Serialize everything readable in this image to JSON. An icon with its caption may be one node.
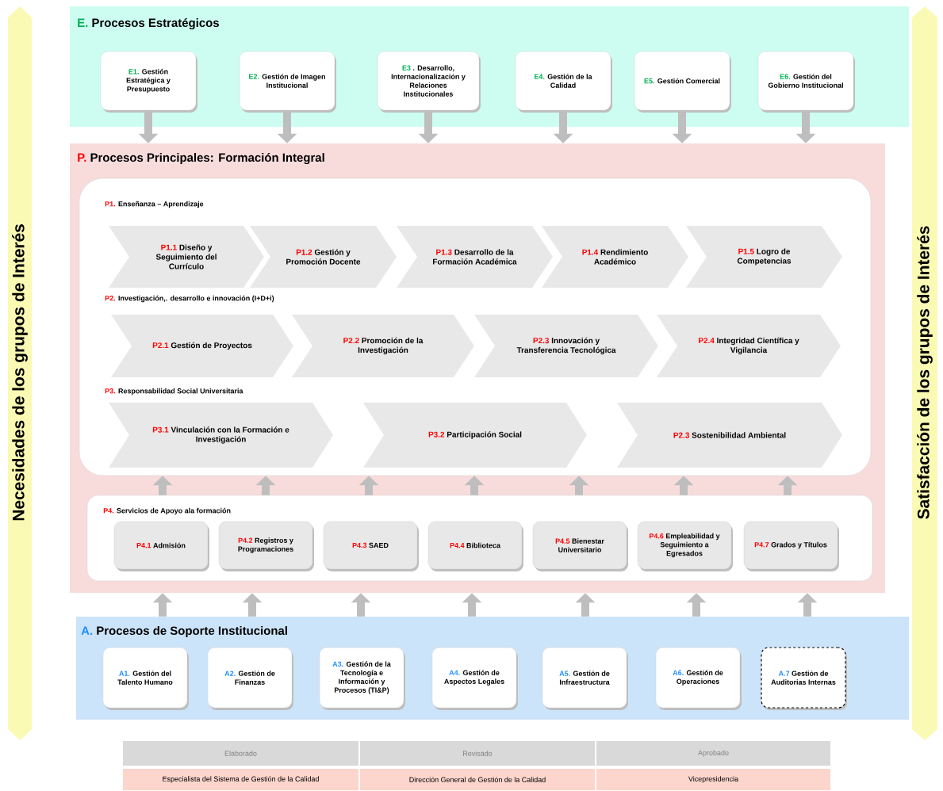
{
  "diagram": {
    "nodes": [
      {
        "text": [
          "E.",
          "Procesos Estratégicos"
        ]
      },
      {
        "text": [
          "E1.",
          "Gestión Estratégica y Presupuesto"
        ],
        "in": 0
      },
      {
        "text": [
          "E2.",
          "Gestión de Imagen Institucional"
        ],
        "in": 0
      },
      {
        "text": [
          "E3",
          ". Desarrollo, Internacionalización y Relaciones Institucionales"
        ],
        "in": 0
      },
      {
        "text": [
          "E4.",
          "Gestión de la Calidad"
        ],
        "in": 0
      },
      {
        "text": [
          "E5.",
          "Gestión Comercial"
        ],
        "in": 0
      },
      {
        "text": [
          "E6.",
          "Gestión del Gobierno Institucional"
        ],
        "in": 0
      },
      {
        "text": [
          "P.",
          "Procesos Principales: Formación Integral"
        ]
      },
      {
        "text": [
          "P1.",
          "Enseñanza – Aprendizaje",
          "P2.",
          "Investigación,. desarrollo e innovación (I+D+i)",
          "P3.",
          "Responsabilidad Social Universitaria"
        ],
        "in": 7
      },
      {
        "text": [
          "P1.1",
          "Diseño y Seguimiento del Currículo"
        ],
        "in": 8
      },
      {
        "text": [
          "P1.2",
          "Gestión y Promoción Docente"
        ],
        "in": 8
      },
      {
        "text": [
          "P1.3",
          "Desarrollo de la Formación Académica"
        ],
        "in": 8
      },
      {
        "text": [
          "P1.4",
          "Rendimiento Académico"
        ],
        "in": 8
      },
      {
        "text": [
          "P1.5",
          "Logro de Competencias"
        ],
        "in": 8
      },
      {
        "text": [
          "P2.1",
          "Gestión de Proyectos"
        ],
        "in": 8
      },
      {
        "text": [
          "P2.2",
          "Promoción de la Investigación"
        ],
        "in": 8
      },
      {
        "text": [
          "P2.3",
          "Innovación y Transferencia Tecnológica"
        ],
        "in": 8
      },
      {
        "text": [
          "P2.4",
          "Integridad Científica y Vigilancia"
        ],
        "in": 8
      },
      {
        "text": [
          "P3.1",
          "Vinculación con la Formación e Investigación"
        ],
        "in": 8
      },
      {
        "text": [
          "P3.2",
          "Participación Social"
        ],
        "in": 8
      },
      {
        "text": [
          "P2.3",
          "Sostenibilidad Ambiental"
        ],
        "in": 8
      },
      {
        "text": [
          "P4.",
          "Servicios de Apoyo ala formación"
        ],
        "in": 7
      },
      {
        "text": [
          "P4.1",
          "Admisión"
        ],
        "in": 21
      },
      {
        "text": [
          "P4.2",
          "Registros y Programaciones"
        ],
        "in": 21
      },
      {
        "text": [
          "P4.3",
          "SAED"
        ],
        "in": 21
      },
      {
        "text": [
          "P4.4",
          "Biblioteca"
        ],
        "in": 21
      },
      {
        "text": [
          "P4.5",
          "Bienestar Universitario"
        ],
        "in": 21
      },
      {
        "text": [
          "P4.6",
          "Empleabilidad y Seguimiento a Egresados"
        ],
        "in": 21
      },
      {
        "text": [
          "P4.7",
          "Grados y Títulos"
        ],
        "in": 21
      },
      {
        "text": [
          "A.",
          "Procesos de Soporte Institucional"
        ]
      },
      {
        "text": [
          "A1.",
          "Gestión del Talento Humano"
        ],
        "in": 29
      },
      {
        "text": [
          "A2.",
          "Gestión de Finanzas"
        ],
        "in": 29
      },
      {
        "text": [
          "A3.",
          "Gestión de la Tecnología e Información y Procesos (TI&P)"
        ],
        "in": 29
      },
      {
        "text": [
          "A4.",
          "Gestión de Aspectos Legales"
        ],
        "in": 29
      },
      {
        "text": [
          "A5.",
          "Gestión de Infraestructura"
        ],
        "in": 29
      },
      {
        "text": [
          "A6.",
          "Gestión de Operaciones"
        ],
        "in": 29
      },
      {
        "text": [
          "A.7",
          "Gestión de Auditorias Internas"
        ],
        "in": 29
      },
      {
        "text": [
          "Necesidades de los grupos de Interés"
        ]
      },
      {
        "text": [
          "Satisfacción de los grupos de Interés"
        ]
      }
    ],
    "edges": [
      {
        "from": 1,
        "to": 7,
        "arrow": "to"
      },
      {
        "from": 2,
        "to": 7,
        "arrow": "to"
      },
      {
        "from": 3,
        "to": 7,
        "arrow": "to"
      },
      {
        "from": 4,
        "to": 7,
        "arrow": "to"
      },
      {
        "from": 5,
        "to": 7,
        "arrow": "to"
      },
      {
        "from": 6,
        "to": 7,
        "arrow": "to"
      },
      {
        "from": 21,
        "to": 8,
        "arrow": "to"
      },
      {
        "from": 21,
        "to": 8,
        "arrow": "to"
      },
      {
        "from": 21,
        "to": 8,
        "arrow": "to"
      },
      {
        "from": 21,
        "to": 8,
        "arrow": "to"
      },
      {
        "from": 21,
        "to": 8,
        "arrow": "to"
      },
      {
        "from": 21,
        "to": 8,
        "arrow": "to"
      },
      {
        "from": 21,
        "to": 8,
        "arrow": "to"
      },
      {
        "from": 29,
        "to": 7,
        "arrow": "to"
      },
      {
        "from": 29,
        "to": 7,
        "arrow": "to"
      },
      {
        "from": 29,
        "to": 7,
        "arrow": "to"
      },
      {
        "from": 29,
        "to": 7,
        "arrow": "to"
      },
      {
        "from": 29,
        "to": 7,
        "arrow": "to"
      },
      {
        "from": 29,
        "to": 7,
        "arrow": "to"
      },
      {
        "from": 29,
        "to": 7,
        "arrow": "to"
      }
    ],
    "labels": [
      "Elaborado",
      "Revisado",
      "Aprobado",
      "Especialista del Sistema de Gestión de la Calidad",
      "Dirección General de Gestión de la Calidad",
      "Vicepresidencia"
    ]
  }
}
